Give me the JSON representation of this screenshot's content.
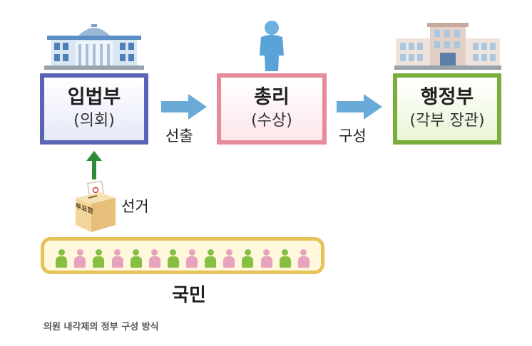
{
  "legislature": {
    "title": "입법부",
    "subtitle": "(의회)"
  },
  "prime_minister": {
    "title": "총리",
    "subtitle": "(수상)"
  },
  "executive": {
    "title": "행정부",
    "subtitle": "(각부 장관)"
  },
  "edges": {
    "elect": "선출",
    "form": "구성",
    "vote": "선거"
  },
  "ballot_box": {
    "label": "투표함"
  },
  "people": {
    "label": "국민",
    "figure_colors": [
      "green",
      "pink",
      "green",
      "pink",
      "green",
      "pink",
      "green",
      "pink",
      "green",
      "pink",
      "green",
      "pink",
      "green",
      "pink"
    ]
  },
  "caption": "의원 내각제의 정부 구성 방식",
  "colors": {
    "legislature_border": "#5a64b4",
    "pm_border": "#e78a9c",
    "executive_border": "#79ad3c",
    "arrow_blue": "#6aaad9",
    "arrow_green": "#2f8a3a",
    "citizens_border": "#e7c15a"
  }
}
